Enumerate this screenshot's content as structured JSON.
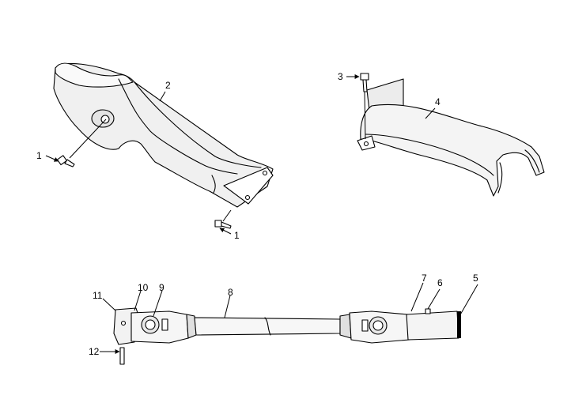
{
  "callouts": {
    "c1a": "1",
    "c1b": "1",
    "c2": "2",
    "c3": "3",
    "c4": "4",
    "c5": "5",
    "c6": "6",
    "c7": "7",
    "c8": "8",
    "c9": "9",
    "c10": "10",
    "c11": "11",
    "c12": "12"
  }
}
